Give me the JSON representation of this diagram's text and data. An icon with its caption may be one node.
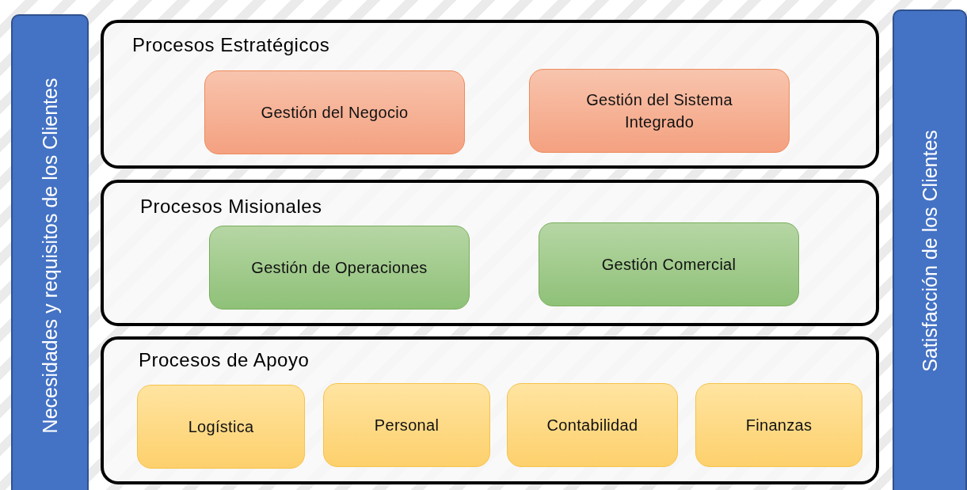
{
  "diagram": {
    "nodes": [
      {
        "text": [
          "Necesidades y requisitos de los Clientes"
        ]
      },
      {
        "text": [
          "Procesos Estratégicos"
        ]
      },
      {
        "text": [
          "Gestión del Negocio"
        ],
        "in": 1
      },
      {
        "text": [
          "Gestión del Sistema Integrado"
        ],
        "in": 1
      },
      {
        "text": [
          "Procesos Misionales"
        ]
      },
      {
        "text": [
          "Gestión de Operaciones"
        ],
        "in": 4
      },
      {
        "text": [
          "Gestión Comercial"
        ],
        "in": 4
      },
      {
        "text": [
          "Procesos de Apoyo"
        ]
      },
      {
        "text": [
          "Logística"
        ],
        "in": 7
      },
      {
        "text": [
          "Personal"
        ],
        "in": 7
      },
      {
        "text": [
          "Contabilidad"
        ],
        "in": 7
      },
      {
        "text": [
          "Finanzas"
        ],
        "in": 7
      },
      {
        "text": [
          "Satisfacción de los Clientes"
        ]
      }
    ]
  }
}
